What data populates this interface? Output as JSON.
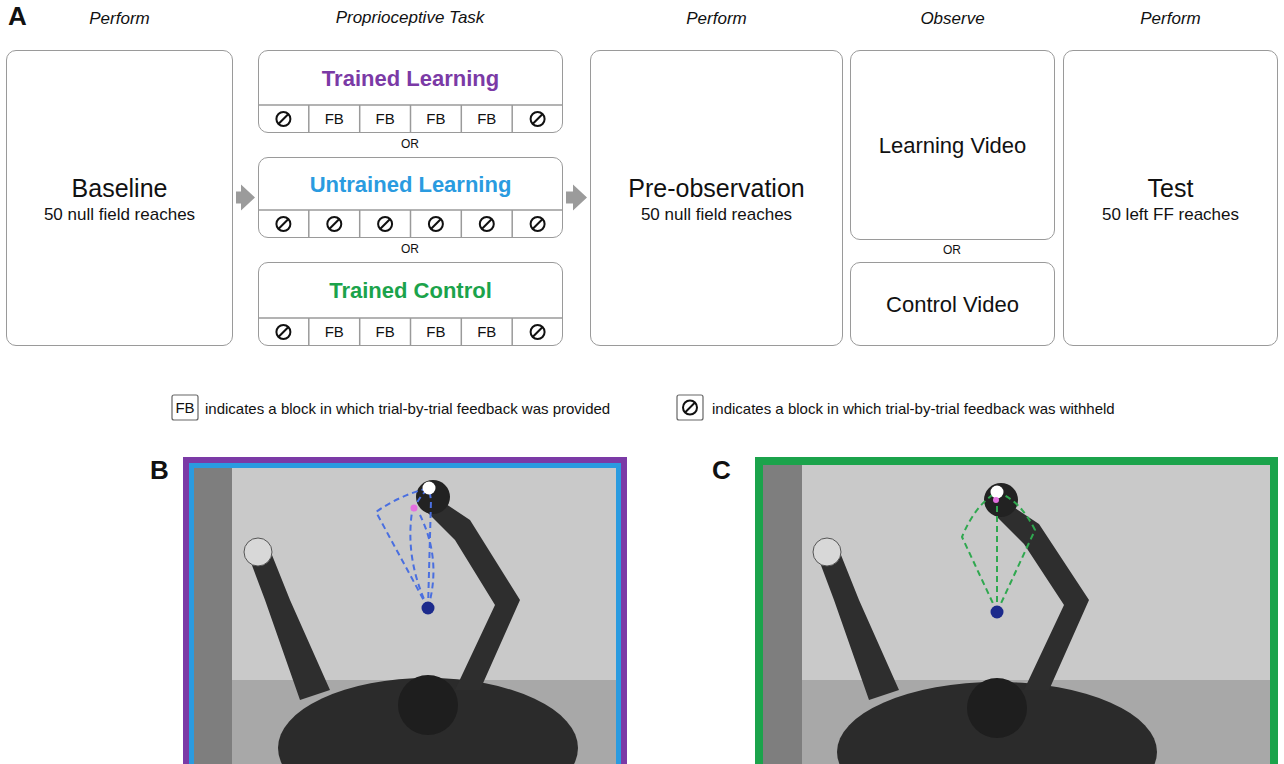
{
  "diagram": {
    "nodes": [
      {
        "text": [
          "Perform",
          "Baseline",
          "50 null field reaches"
        ]
      },
      {
        "text": [
          "Trained Learning"
        ]
      },
      {
        "text": [
          "Untrained Learning"
        ]
      },
      {
        "text": [
          "Trained Control"
        ]
      },
      {
        "text": [
          "Perform",
          "Pre-observation",
          "50 null field reaches"
        ]
      },
      {
        "text": [
          "Observe",
          "Learning Video"
        ]
      },
      {
        "text": [
          "Control Video"
        ]
      },
      {
        "text": [
          "Perform",
          "Test",
          "50 left FF reaches"
        ]
      }
    ],
    "edges": [
      {
        "from": 0,
        "to": 2,
        "arrow": "to"
      },
      {
        "from": 2,
        "to": 4,
        "arrow": "to"
      }
    ],
    "labels": [
      "A",
      "Proprioceptive Task",
      "FB",
      "FB",
      "FB",
      "FB",
      "OR",
      "OR",
      "FB",
      "FB",
      "FB",
      "FB",
      "OR",
      "FB",
      "B",
      "C"
    ],
    "legend": [
      {
        "text": "indicates a block in which trial-by-trial feedback was provided"
      },
      {
        "text": "indicates a block in which trial-by-trial feedback was withheld"
      }
    ]
  }
}
